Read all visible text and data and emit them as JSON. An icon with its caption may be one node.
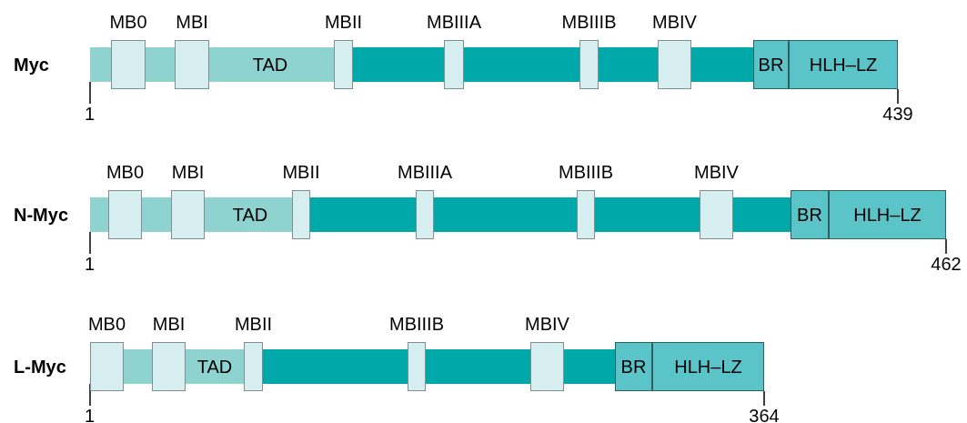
{
  "diagram": {
    "nodes": [
      {
        "text": [
          "MB0"
        ]
      },
      {
        "text": [
          "MBI"
        ]
      },
      {
        "text": [
          "TAD"
        ]
      },
      {
        "text": [
          "MBII"
        ]
      },
      {
        "text": [
          "MBIIIA"
        ]
      },
      {
        "text": [
          "MBIIIB"
        ]
      },
      {
        "text": [
          "MBIV"
        ]
      },
      {
        "text": [
          "BR"
        ]
      },
      {
        "text": [
          "HLH–LZ"
        ]
      },
      {
        "text": [
          "MB0"
        ]
      },
      {
        "text": [
          "MBI"
        ]
      },
      {
        "text": [
          "TAD"
        ]
      },
      {
        "text": [
          "MBII"
        ]
      },
      {
        "text": [
          "MBIIIA"
        ]
      },
      {
        "text": [
          "MBIIIB"
        ]
      },
      {
        "text": [
          "MBIV"
        ]
      },
      {
        "text": [
          "BR"
        ]
      },
      {
        "text": [
          "HLH–LZ"
        ]
      },
      {
        "text": [
          "MB0"
        ]
      },
      {
        "text": [
          "MBI"
        ]
      },
      {
        "text": [
          "TAD"
        ]
      },
      {
        "text": [
          "MBII"
        ]
      },
      {
        "text": [
          "MBIIIB"
        ]
      },
      {
        "text": [
          "MBIV"
        ]
      },
      {
        "text": [
          "BR"
        ]
      },
      {
        "text": [
          "HLH–LZ"
        ]
      },
      {
        "text": [],
        "shape": "bar"
      },
      {
        "text": [],
        "shape": "bar"
      },
      {
        "text": [],
        "shape": "bar"
      },
      {
        "text": [],
        "shape": "bar"
      },
      {
        "text": [],
        "shape": "bar"
      },
      {
        "text": [],
        "shape": "bar"
      },
      {
        "text": [],
        "shape": "bar"
      },
      {
        "text": [],
        "shape": "bar"
      },
      {
        "text": [],
        "shape": "bar"
      },
      {
        "text": [],
        "shape": "bar"
      },
      {
        "text": [],
        "shape": "bar"
      }
    ],
    "labels": [
      "Myc",
      "1",
      "439",
      "N-Myc",
      "1",
      "462",
      "L-Myc",
      "1",
      "364"
    ]
  }
}
